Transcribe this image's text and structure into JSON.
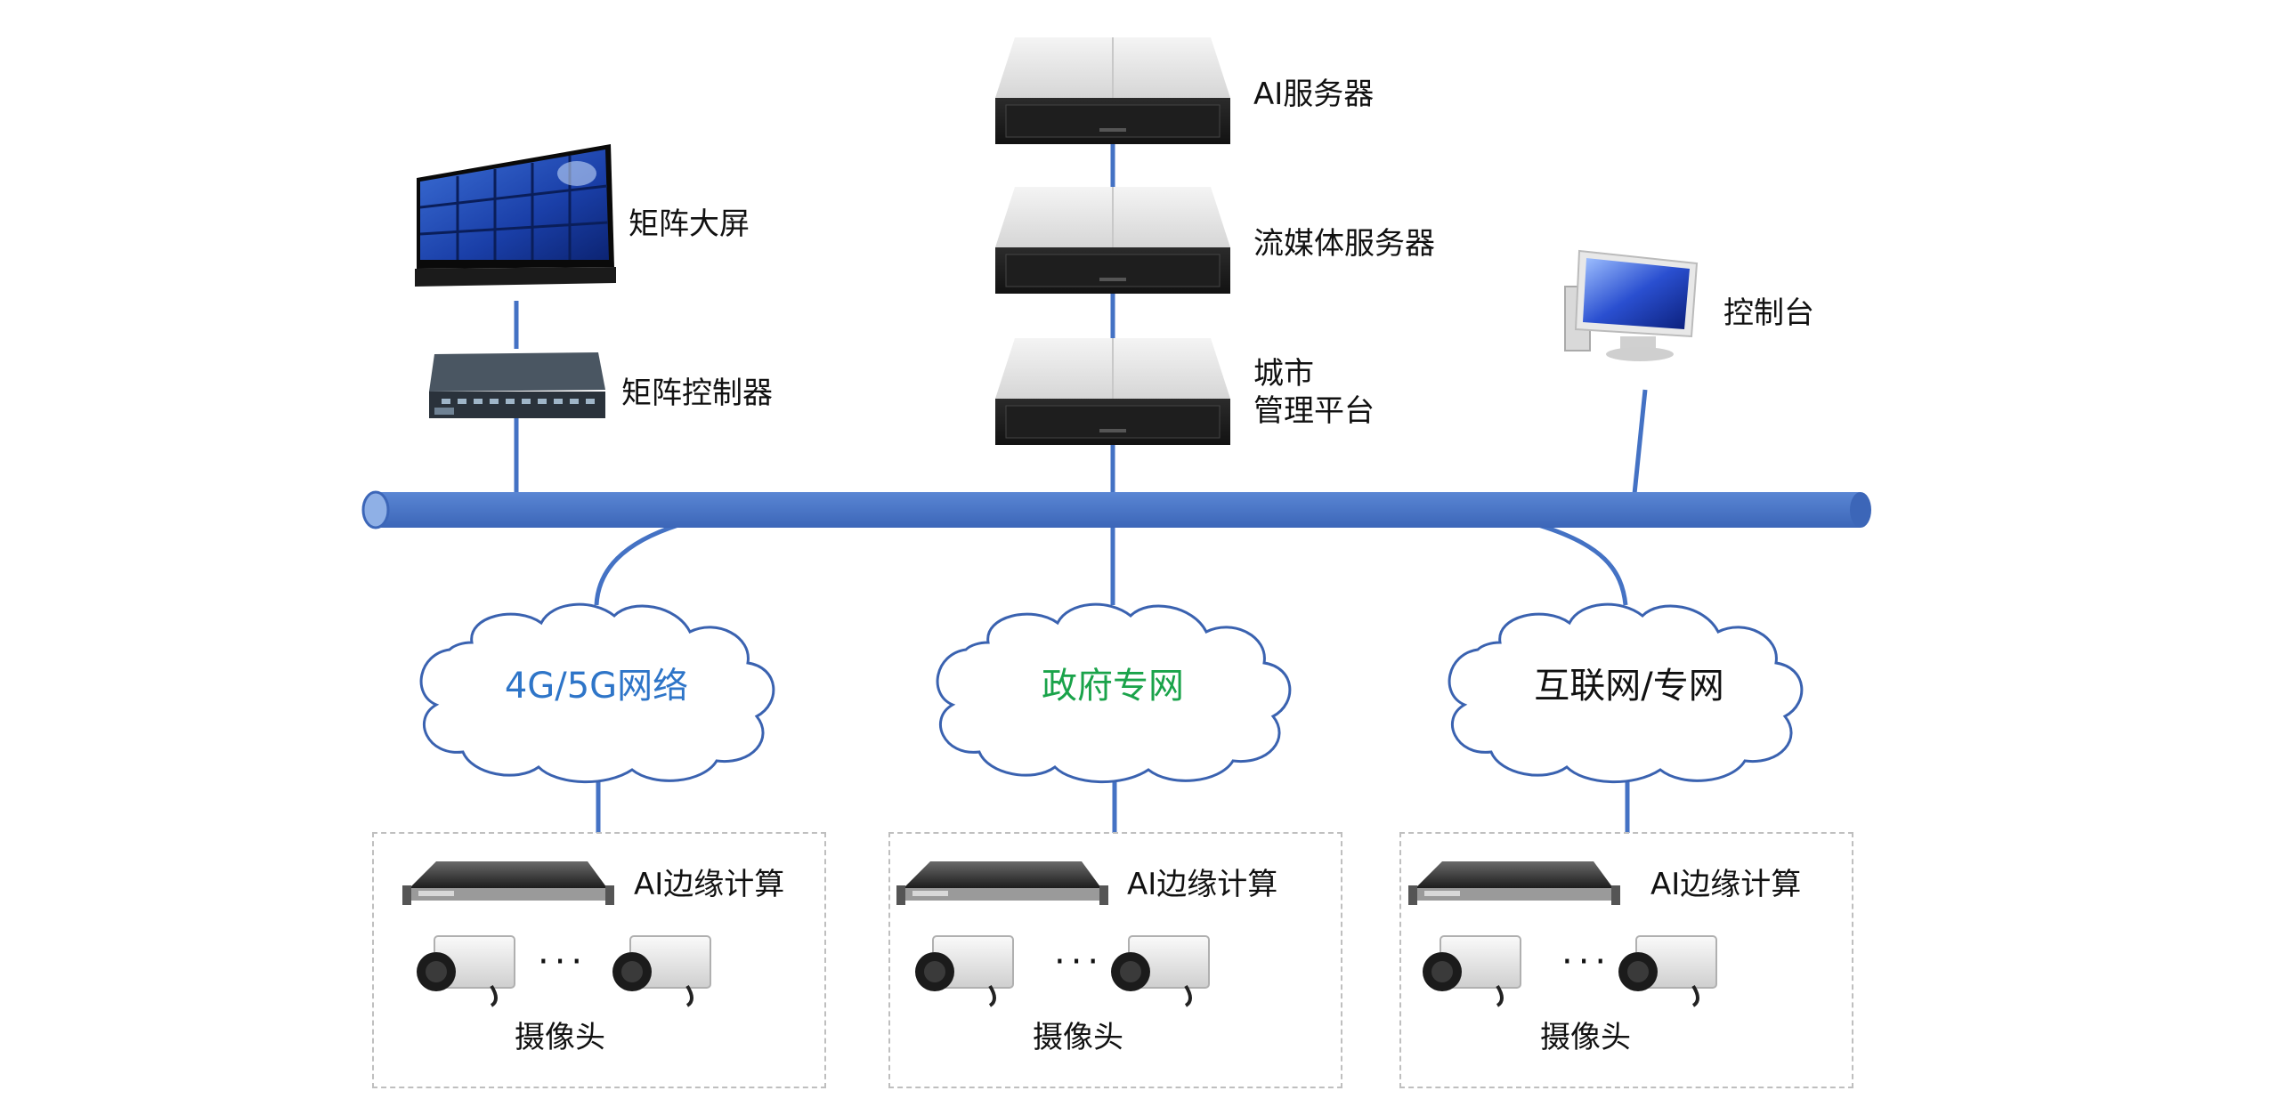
{
  "devices": {
    "ai_server": "AI服务器",
    "media_server": "流媒体服务器",
    "city_platform_line1": "城市",
    "city_platform_line2": "管理平台",
    "video_wall": "矩阵大屏",
    "matrix_controller": "矩阵控制器",
    "console": "控制台"
  },
  "networks": {
    "mobile": "4G/5G网络",
    "gov": "政府专网",
    "internet": "互联网/专网"
  },
  "groups": [
    {
      "edge_label": "AI边缘计算",
      "camera_label": "摄像头",
      "dots": "···"
    },
    {
      "edge_label": "AI边缘计算",
      "camera_label": "摄像头",
      "dots": "···"
    },
    {
      "edge_label": "AI边缘计算",
      "camera_label": "摄像头",
      "dots": "···"
    }
  ],
  "colors": {
    "bus": "#4472c4",
    "link": "#4472c4",
    "cloud_stroke": "#3a62b0",
    "mobile_text": "#2e75c8",
    "gov_text": "#1aa34a",
    "internet_text": "#111111"
  }
}
